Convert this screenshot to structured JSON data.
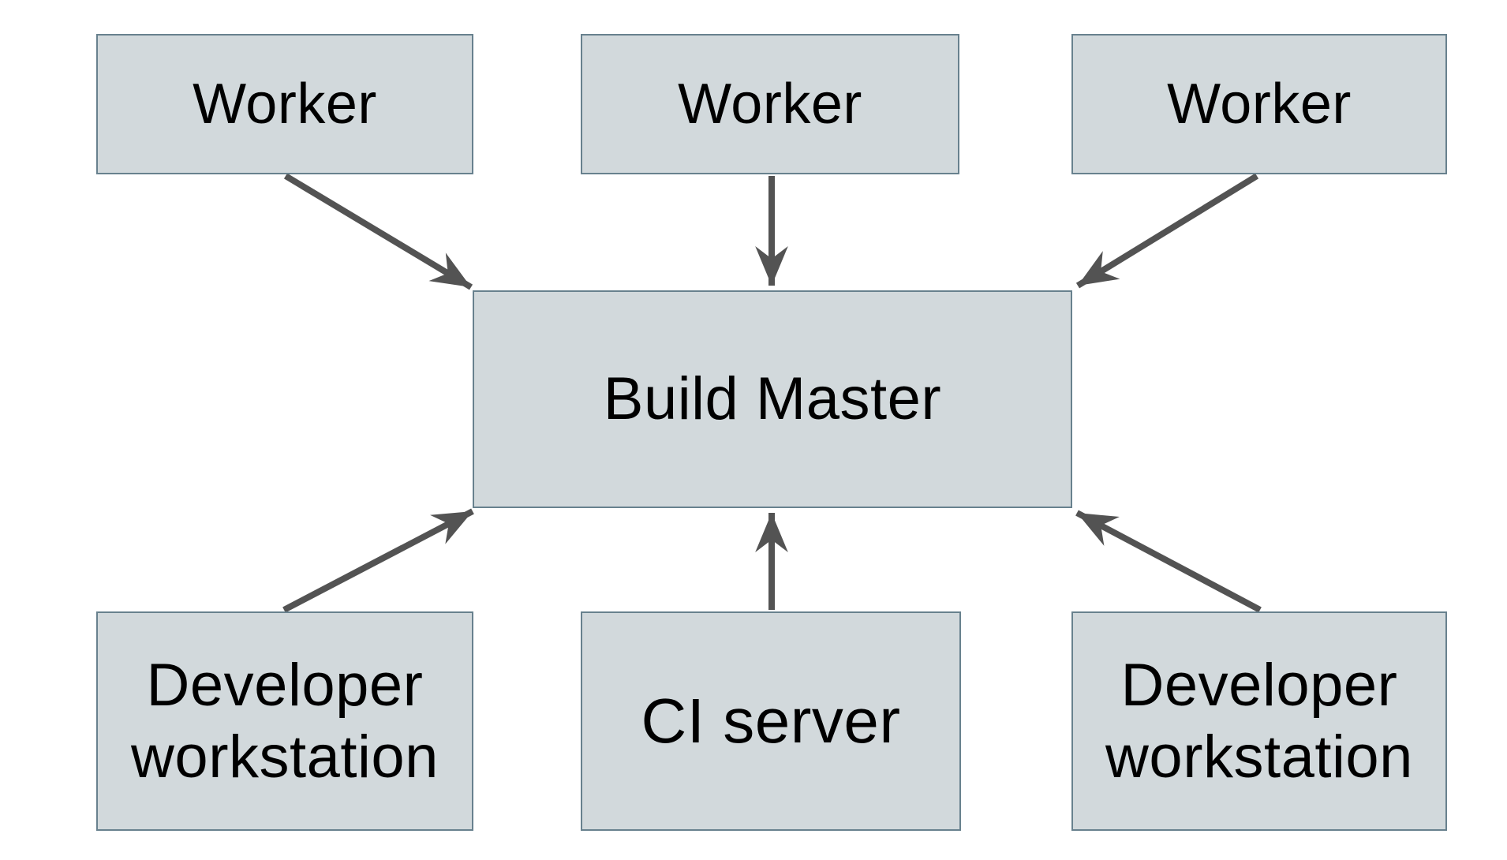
{
  "diagram": {
    "colors": {
      "background": "#ffffff",
      "node_fill": "#d2d9dc",
      "node_border": "#68818e",
      "arrow": "#535353",
      "text": "#000000"
    },
    "nodes": [
      {
        "id": "worker-1",
        "label": "Worker"
      },
      {
        "id": "worker-2",
        "label": "Worker"
      },
      {
        "id": "worker-3",
        "label": "Worker"
      },
      {
        "id": "build-master",
        "label": "Build Master"
      },
      {
        "id": "developer-workstation-left",
        "label": "Developer workstation"
      },
      {
        "id": "ci-server",
        "label": "CI server"
      },
      {
        "id": "developer-workstation-right",
        "label": "Developer workstation"
      }
    ],
    "edges": [
      {
        "from": "worker-1",
        "to": "build-master"
      },
      {
        "from": "worker-2",
        "to": "build-master"
      },
      {
        "from": "worker-3",
        "to": "build-master"
      },
      {
        "from": "developer-workstation-left",
        "to": "build-master"
      },
      {
        "from": "ci-server",
        "to": "build-master"
      },
      {
        "from": "developer-workstation-right",
        "to": "build-master"
      }
    ]
  }
}
